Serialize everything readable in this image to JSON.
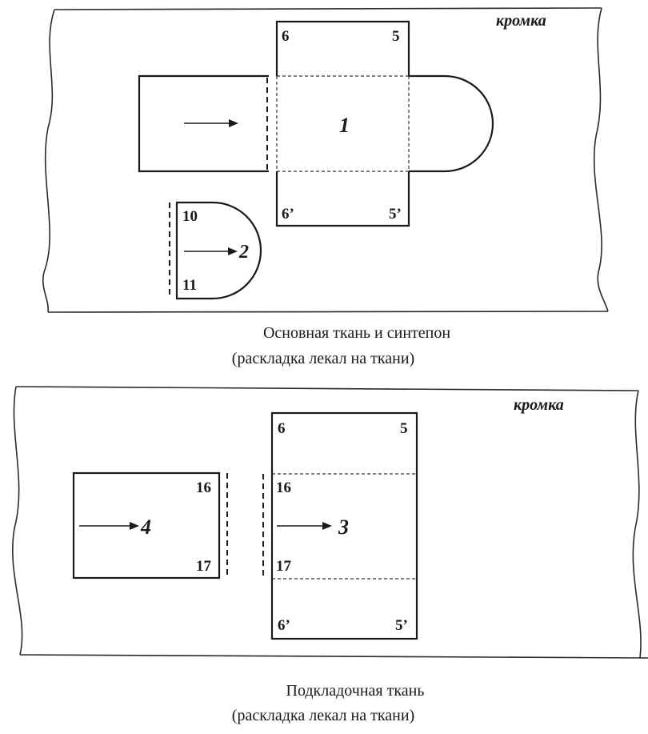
{
  "top_panel": {
    "selvage_label": "кромка",
    "piece1": {
      "number": "1",
      "c_tl": "6",
      "c_tr": "5",
      "c_bl": "6’",
      "c_br": "5’"
    },
    "piece2": {
      "number": "2",
      "c_top": "10",
      "c_bottom": "11"
    },
    "caption_line1": "Основная ткань и синтепон",
    "caption_line2": "(раскладка лекал на ткани)"
  },
  "bottom_panel": {
    "selvage_label": "кромка",
    "piece3": {
      "number": "3",
      "c_tl": "6",
      "c_tr": "5",
      "c_ml": "16",
      "c_ml2": "17",
      "c_bl": "6’",
      "c_br": "5’"
    },
    "piece4": {
      "number": "4",
      "c_top": "16",
      "c_bottom": "17"
    },
    "caption_line1": "Подкладочная ткань",
    "caption_line2": "(раскладка лекал на ткани)"
  }
}
